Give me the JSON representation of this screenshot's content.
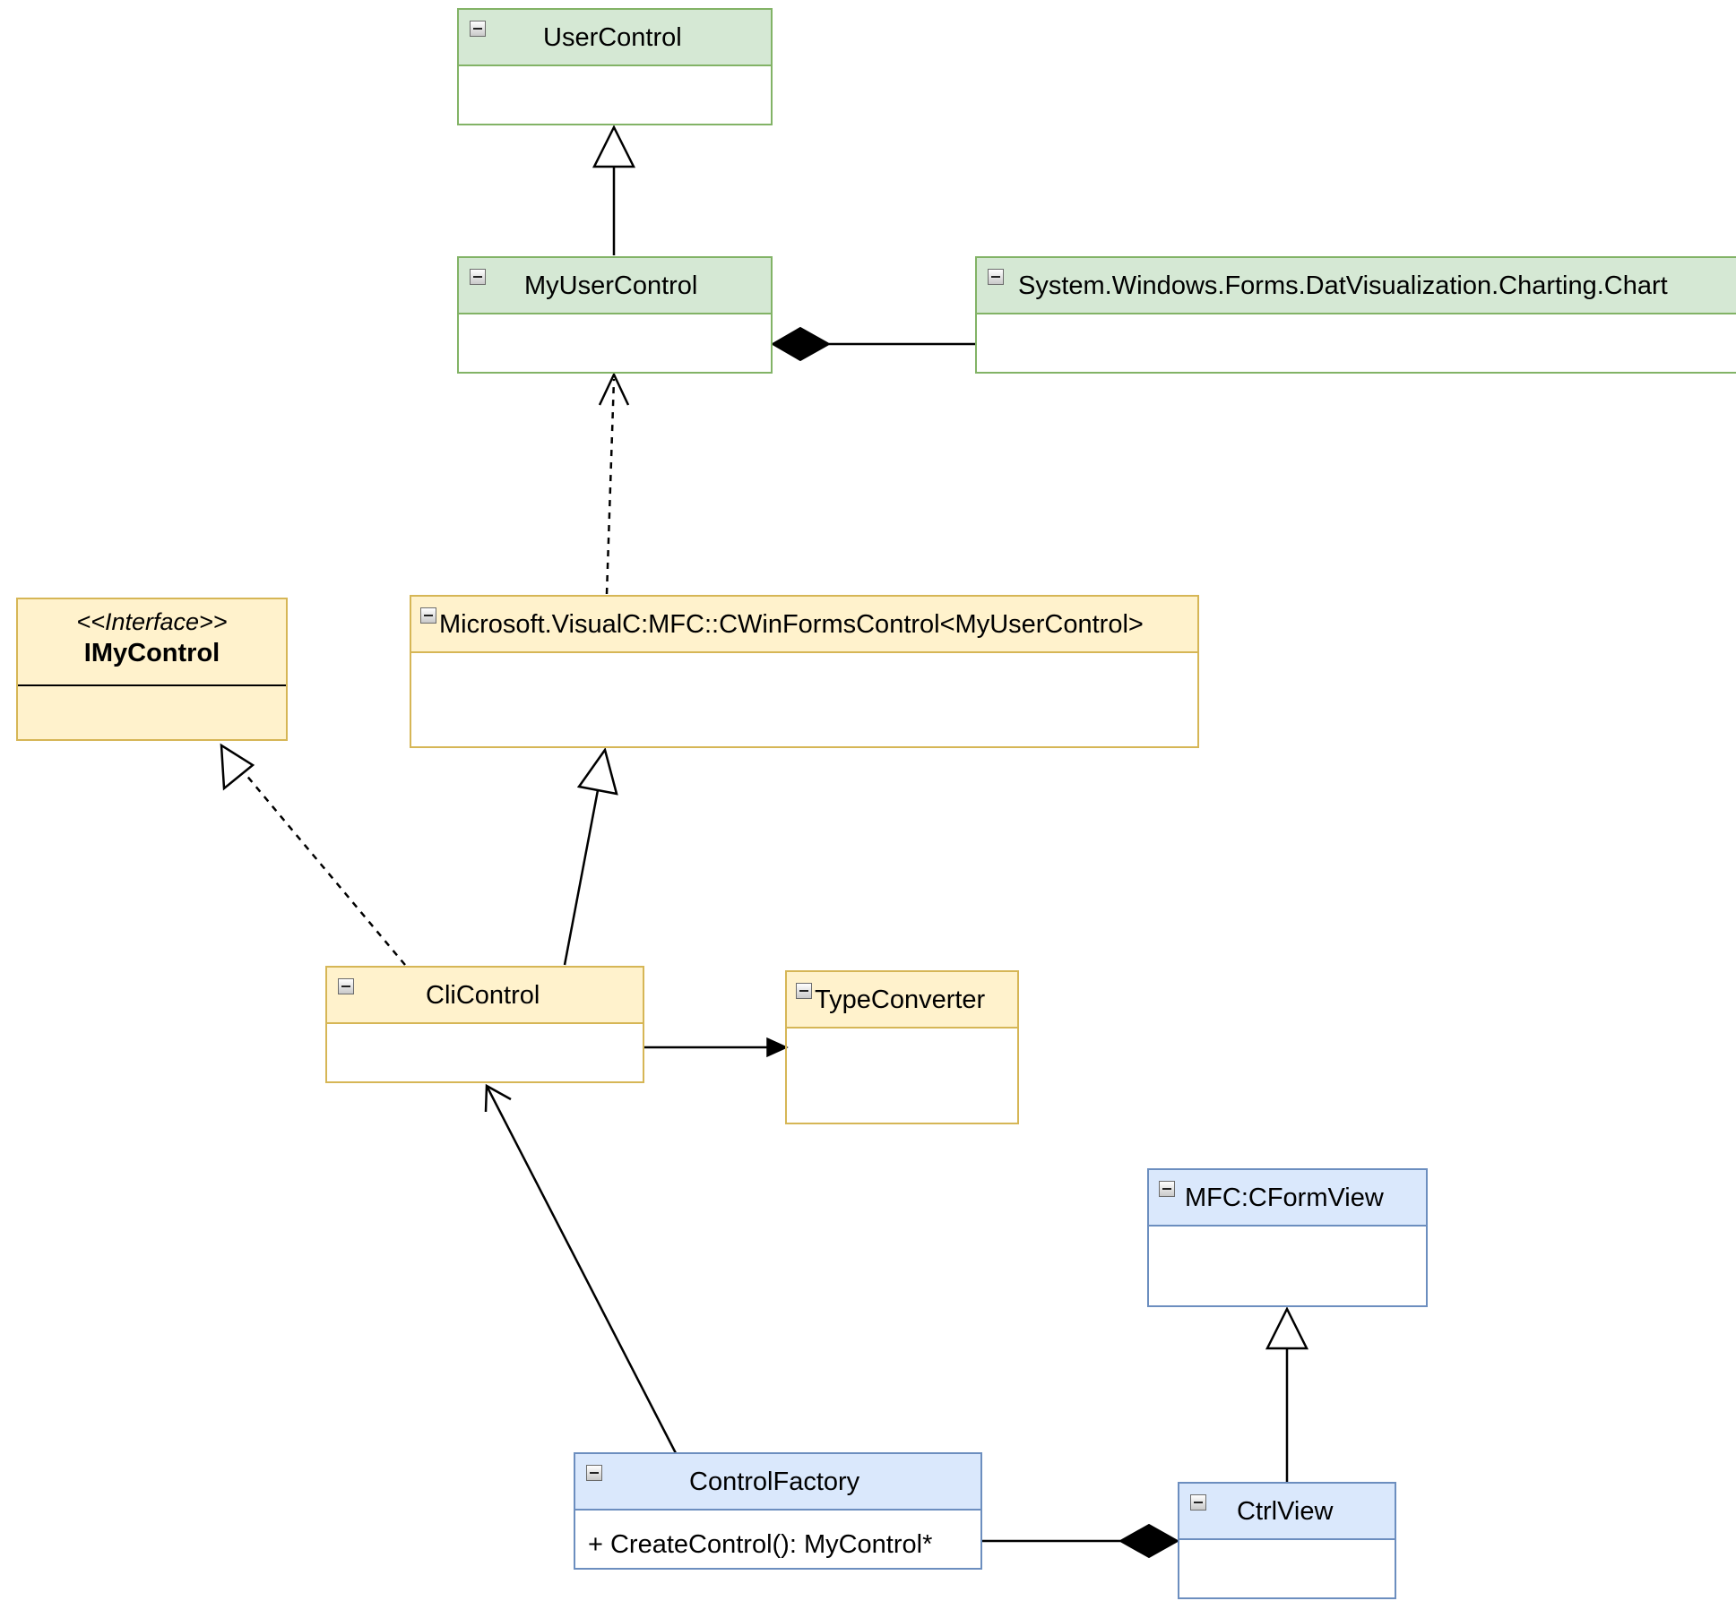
{
  "diagram": {
    "classes": {
      "user_control": {
        "name": "UserControl"
      },
      "my_user_control": {
        "name": "MyUserControl"
      },
      "chart": {
        "name": "System.Windows.Forms.DatVisualization.Charting.Chart"
      },
      "winforms_control": {
        "name": "Microsoft.VisualC:MFC::CWinFormsControl<MyUserControl>"
      },
      "cli_control": {
        "name": "CliControl"
      },
      "type_converter": {
        "name": "TypeConverter"
      },
      "form_view": {
        "name": "MFC:CFormView"
      },
      "control_factory": {
        "name": "ControlFactory",
        "members": [
          "+ CreateControl(): MyControl*"
        ]
      },
      "ctrl_view": {
        "name": "CtrlView"
      }
    },
    "interface": {
      "stereotype": "<<Interface>>",
      "name": "IMyControl"
    },
    "colors": {
      "green_fill": "#d5e8d4",
      "green_stroke": "#82b366",
      "yellow_fill": "#fff2cc",
      "yellow_stroke": "#d6b656",
      "blue_fill": "#dae8fc",
      "blue_stroke": "#6c8ebf"
    },
    "relationships": [
      {
        "from": "MyUserControl",
        "to": "UserControl",
        "type": "generalization"
      },
      {
        "from": "System.Windows.Forms.DatVisualization.Charting.Chart",
        "to": "MyUserControl",
        "type": "composition"
      },
      {
        "from": "Microsoft.VisualC:MFC::CWinFormsControl<MyUserControl>",
        "to": "MyUserControl",
        "type": "dependency"
      },
      {
        "from": "CliControl",
        "to": "Microsoft.VisualC:MFC::CWinFormsControl<MyUserControl>",
        "type": "generalization"
      },
      {
        "from": "CliControl",
        "to": "IMyControl",
        "type": "realization"
      },
      {
        "from": "CliControl",
        "to": "TypeConverter",
        "type": "directed-association"
      },
      {
        "from": "ControlFactory",
        "to": "CliControl",
        "type": "association"
      },
      {
        "from": "ControlFactory",
        "to": "CtrlView",
        "type": "composition"
      },
      {
        "from": "CtrlView",
        "to": "MFC:CFormView",
        "type": "generalization"
      }
    ]
  }
}
